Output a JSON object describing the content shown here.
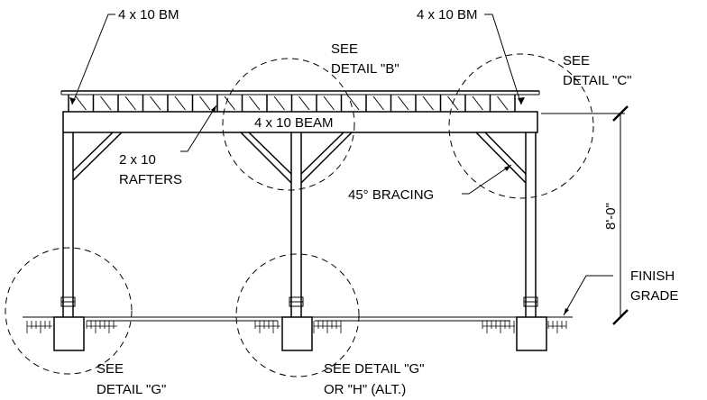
{
  "labels": {
    "bm_left": "4 x 10 BM",
    "bm_right": "4 x 10 BM",
    "see_detail_b": [
      "SEE",
      "DETAIL \"B\""
    ],
    "see_detail_c": [
      "SEE",
      "DETAIL \"C\""
    ],
    "beam": "4 x 10 BEAM",
    "rafters": [
      "2 x 10",
      "RAFTERS"
    ],
    "bracing": "45° BRACING",
    "dimension": "8'-0\"",
    "finish_grade": [
      "FINISH",
      "GRADE"
    ],
    "see_detail_g": [
      "SEE",
      "DETAIL \"G\""
    ],
    "see_detail_gh": [
      "SEE DETAIL \"G\"",
      "OR  \"H\" (ALT.)"
    ]
  }
}
